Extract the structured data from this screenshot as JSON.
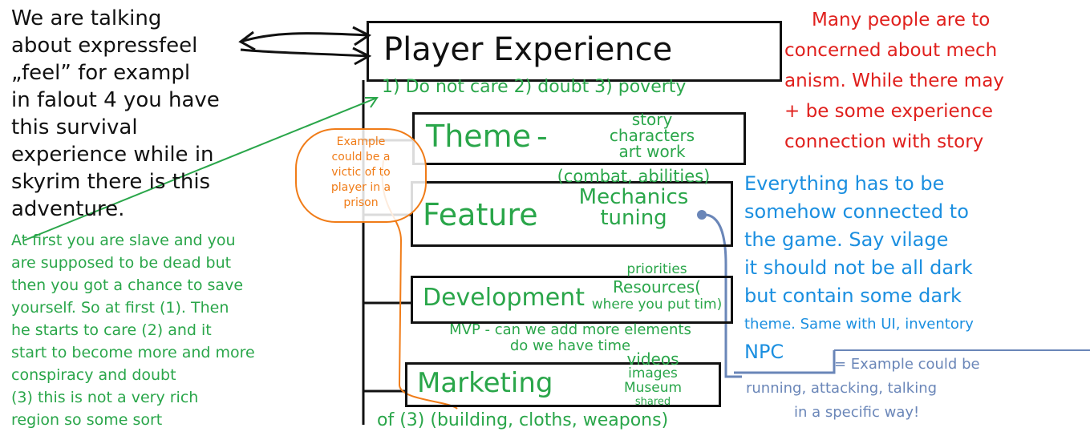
{
  "left_note": {
    "lines": [
      "We are talking",
      "about expressfeel",
      "„feel” for exampl",
      "in falout 4 you have",
      "this survival",
      "experience while in",
      "skyrim there is this",
      "adventure."
    ]
  },
  "title_box": {
    "label": "Player Experience"
  },
  "levels_note": {
    "text": "1) Do not care   2) doubt   3) poverty"
  },
  "theme": {
    "label": "Theme",
    "dash": "-",
    "details": [
      "story",
      "characters",
      "art work"
    ]
  },
  "feature": {
    "label": "Feature",
    "details": [
      "(combat, abilities)",
      "Mechanics",
      "tuning"
    ]
  },
  "development": {
    "label": "Development",
    "details": [
      "priorities",
      "Resources(",
      "where you put tim)"
    ]
  },
  "mvp_note": {
    "lines": [
      "MVP - can we add more elements",
      "do we have time"
    ]
  },
  "marketing": {
    "label": "Marketing",
    "details": [
      "videos",
      "images",
      "Museum",
      "shared"
    ]
  },
  "bottom_note": {
    "text": "of  (3) (building, cloths, weapons)"
  },
  "orange_note": {
    "lines": [
      "Example",
      "could be a",
      "victic of to",
      "player in a",
      "prison"
    ]
  },
  "green_story": {
    "lines": [
      "At first you are slave and you",
      "are supposed to be dead but",
      "then you got a chance to save",
      "yourself. So at first (1). Then",
      "he starts to care (2) and it",
      "start to become more and more",
      "conspiracy and doubt",
      "(3) this is not a very rich",
      "region so some sort"
    ]
  },
  "red_note": {
    "lines": [
      "Many people are to",
      "concerned about mech",
      "anism. While there may",
      "be some experience",
      "connection with story"
    ]
  },
  "blue_note": {
    "lines": [
      "Everything has to be",
      "somehow connected to",
      "the game. Say vilage",
      "it should not be all dark",
      "but contain some dark",
      "theme. Same with UI, inventory",
      "NPC"
    ]
  },
  "steel_note": {
    "lines": [
      "= Example could be",
      "running, attacking, talking",
      "in a specific way!"
    ]
  },
  "colors": {
    "ink": "#111111",
    "green": "#2aa64a",
    "red": "#e0201d",
    "blue": "#1b8fe0",
    "steel": "#6a86b8",
    "orange": "#f07c18"
  }
}
